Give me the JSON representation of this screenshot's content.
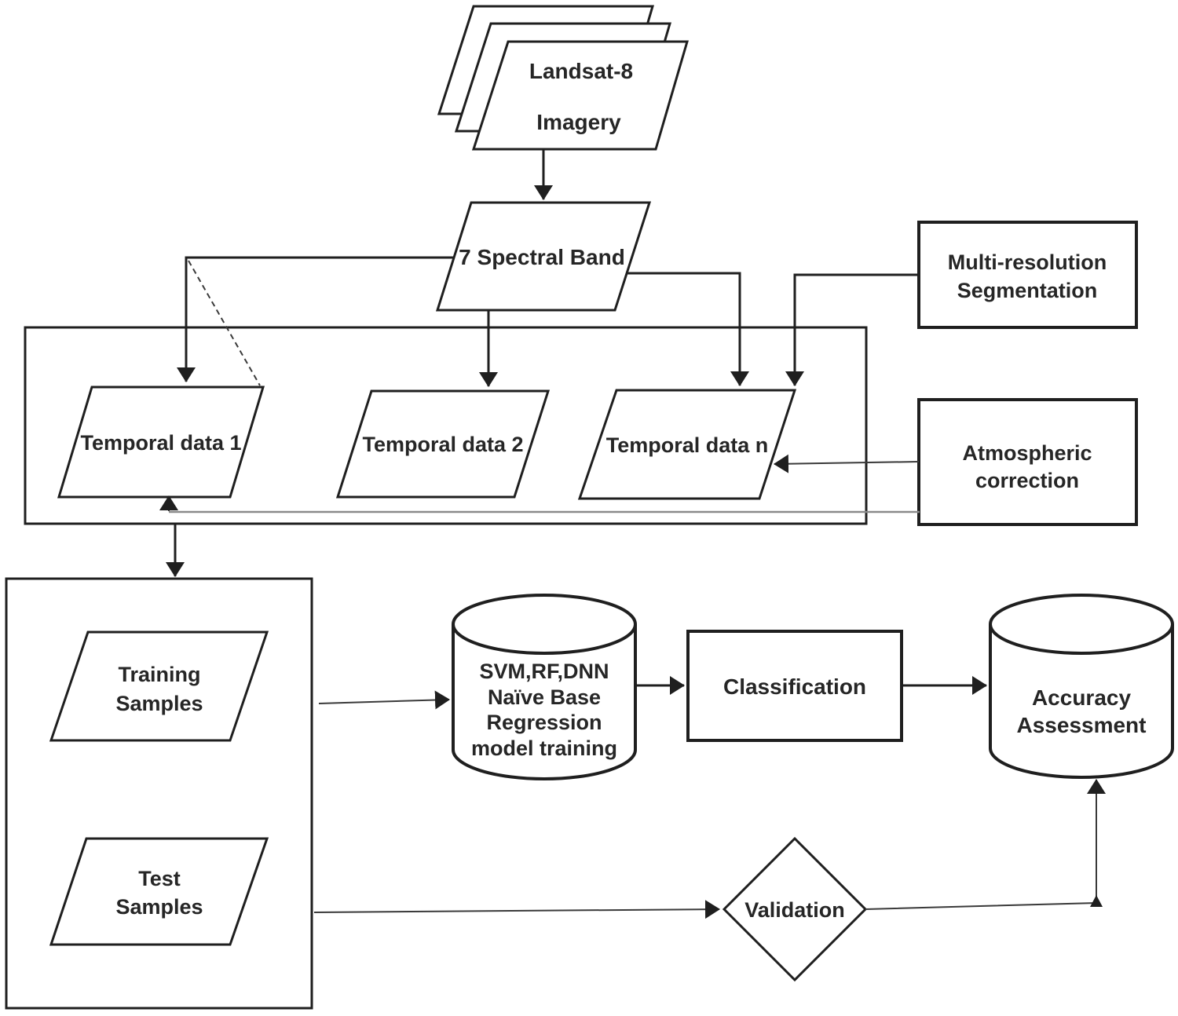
{
  "nodes": {
    "landsat": {
      "line1": "Landsat-8",
      "line2": "Imagery"
    },
    "spectral": {
      "label": "7 Spectral Band"
    },
    "multires": {
      "line1": "Multi-resolution",
      "line2": "Segmentation"
    },
    "temporal1": {
      "label": "Temporal data 1"
    },
    "temporal2": {
      "label": "Temporal data 2"
    },
    "temporaln": {
      "label": "Temporal data n"
    },
    "atmospheric": {
      "line1": "Atmospheric",
      "line2": "correction"
    },
    "training": {
      "line1": "Training",
      "line2": "Samples"
    },
    "test": {
      "line1": "Test",
      "line2": "Samples"
    },
    "model": {
      "line1": "SVM,RF,DNN",
      "line2": "Naïve Base",
      "line3": "Regression",
      "line4": "model training"
    },
    "classification": {
      "label": "Classification"
    },
    "accuracy": {
      "line1": "Accuracy",
      "line2": "Assessment"
    },
    "validation": {
      "label": "Validation"
    }
  },
  "edges": [
    {
      "from": "Landsat-8 Imagery",
      "to": "7 Spectral Band"
    },
    {
      "from": "7 Spectral Band",
      "to": "Temporal data 1"
    },
    {
      "from": "7 Spectral Band",
      "to": "Temporal data 2"
    },
    {
      "from": "7 Spectral Band",
      "to": "Temporal data n"
    },
    {
      "from": "Multi-resolution Segmentation",
      "to": "Temporal data n"
    },
    {
      "from": "Atmospheric correction",
      "to": "Temporal data n"
    },
    {
      "from": "Atmospheric correction",
      "to": "Temporal data 1"
    },
    {
      "from": "Temporal data group",
      "to": "Samples group"
    },
    {
      "from": "Training Samples",
      "to": "SVM,RF,DNN Naïve Base Regression model training"
    },
    {
      "from": "SVM,RF,DNN Naïve Base Regression model training",
      "to": "Classification"
    },
    {
      "from": "Classification",
      "to": "Accuracy Assessment"
    },
    {
      "from": "Test Samples",
      "to": "Validation"
    },
    {
      "from": "Validation",
      "to": "Accuracy Assessment"
    }
  ],
  "colors": {
    "stroke": "#1f1f1f",
    "text": "#262626",
    "gray_line": "#8a8a8a",
    "background": "#ffffff"
  }
}
